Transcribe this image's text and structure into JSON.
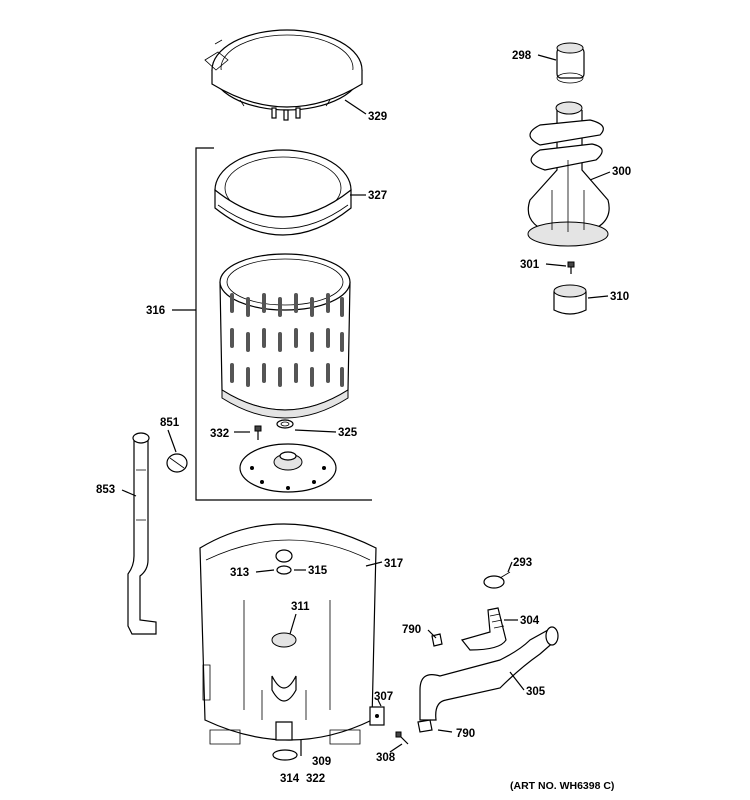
{
  "parts": [
    {
      "id": "329",
      "label": "329"
    },
    {
      "id": "327",
      "label": "327"
    },
    {
      "id": "316",
      "label": "316"
    },
    {
      "id": "332",
      "label": "332"
    },
    {
      "id": "325",
      "label": "325"
    },
    {
      "id": "851",
      "label": "851"
    },
    {
      "id": "853",
      "label": "853"
    },
    {
      "id": "298",
      "label": "298"
    },
    {
      "id": "300",
      "label": "300"
    },
    {
      "id": "301",
      "label": "301"
    },
    {
      "id": "310",
      "label": "310"
    },
    {
      "id": "313",
      "label": "313"
    },
    {
      "id": "315",
      "label": "315"
    },
    {
      "id": "317",
      "label": "317"
    },
    {
      "id": "311",
      "label": "311"
    },
    {
      "id": "309",
      "label": "309"
    },
    {
      "id": "314",
      "label": "314"
    },
    {
      "id": "322",
      "label": "322"
    },
    {
      "id": "293",
      "label": "293"
    },
    {
      "id": "304",
      "label": "304"
    },
    {
      "id": "790a",
      "label": "790"
    },
    {
      "id": "305",
      "label": "305"
    },
    {
      "id": "307",
      "label": "307"
    },
    {
      "id": "308",
      "label": "308"
    },
    {
      "id": "790b",
      "label": "790"
    }
  ],
  "art_number": "(ART NO. WH6398 C)"
}
